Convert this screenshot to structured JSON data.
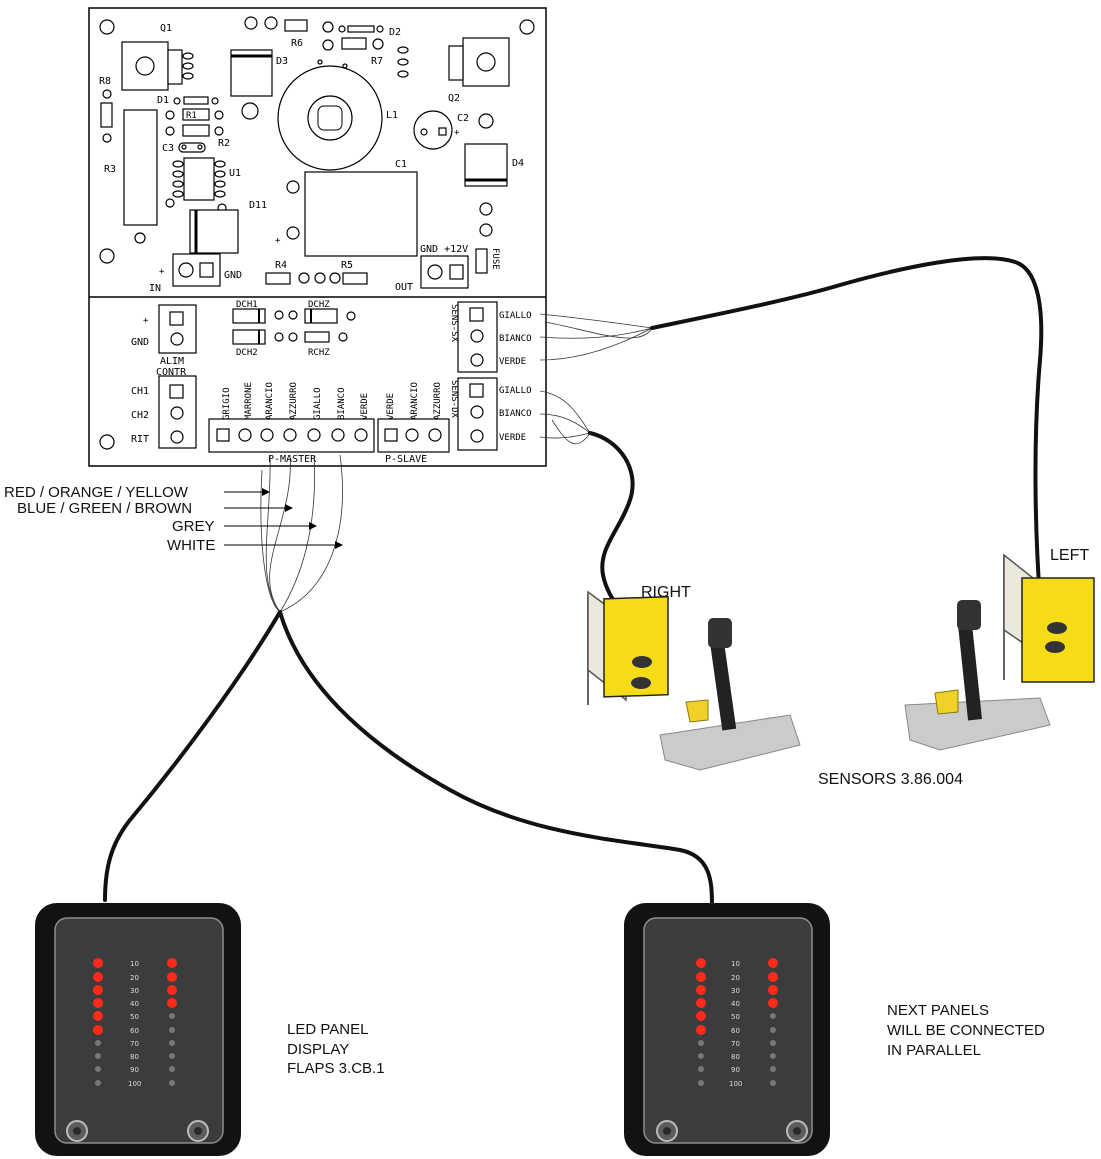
{
  "board": {
    "q1": "Q1",
    "q2": "Q2",
    "d1": "D1",
    "d2": "D2",
    "d3": "D3",
    "d4": "D4",
    "d11": "D11",
    "r1": "R1",
    "r2": "R2",
    "r3": "R3",
    "r4": "R4",
    "r5": "R5",
    "r6": "R6",
    "r7": "R7",
    "r8": "R8",
    "l1": "L1",
    "c1": "C1",
    "c2": "C2",
    "c3": "C3",
    "u1": "U1",
    "in": "IN",
    "gnd_in": "GND",
    "out": "OUT",
    "gnd_12v": "GND +12V",
    "fuse": "FUSE",
    "gnd_alim": "GND",
    "alim": "ALIM",
    "contr": "CONTR",
    "ch1": "CH1",
    "ch2": "CH2",
    "rit": "RIT",
    "dch1": "DCH1",
    "dch2": "DCH2",
    "dchz": "DCHZ",
    "rchz": "RCHZ",
    "pins": [
      "GRIGIO",
      "MARRONE",
      "ARANCIO",
      "AZZURRO",
      "GIALLO",
      "BIANCO",
      "VERDE",
      "VERDE",
      "ARANCIO",
      "AZZURRO"
    ],
    "p_master": "P-MASTER",
    "p_slave": "P-SLAVE",
    "sens_sx": "SENS-SX",
    "sens_dx": "SENS-DX",
    "sx_pins": [
      "GIALLO",
      "BIANCO",
      "VERDE"
    ],
    "dx_pins": [
      "GIALLO",
      "BIANCO",
      "VERDE"
    ]
  },
  "legend": [
    "RED / ORANGE / YELLOW",
    "BLUE / GREEN / BROWN",
    "GREY",
    "WHITE"
  ],
  "sensors": {
    "right": "RIGHT",
    "left": "LEFT",
    "caption": "SENSORS 3.86.004"
  },
  "panel": {
    "scale": [
      "10",
      "20",
      "30",
      "40",
      "50",
      "60",
      "70",
      "80",
      "90",
      "100"
    ]
  },
  "panel_captions": {
    "first": [
      "LED PANEL",
      "DISPLAY",
      "FLAPS 3.CB.1"
    ],
    "second": [
      "NEXT PANELS",
      "WILL BE CONNECTED",
      "IN PARALLEL"
    ]
  }
}
